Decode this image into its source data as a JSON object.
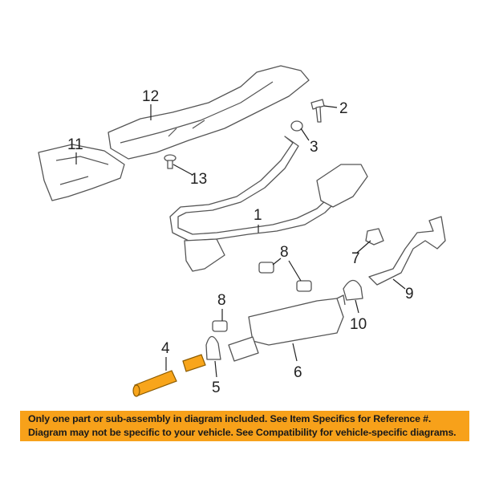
{
  "diagram": {
    "callouts": [
      {
        "id": "12",
        "label": "12"
      },
      {
        "id": "2",
        "label": "2"
      },
      {
        "id": "11",
        "label": "11"
      },
      {
        "id": "3",
        "label": "3"
      },
      {
        "id": "13",
        "label": "13"
      },
      {
        "id": "1",
        "label": "1"
      },
      {
        "id": "8a",
        "label": "8"
      },
      {
        "id": "7",
        "label": "7"
      },
      {
        "id": "9",
        "label": "9"
      },
      {
        "id": "8b",
        "label": "8"
      },
      {
        "id": "10",
        "label": "10"
      },
      {
        "id": "4",
        "label": "4"
      },
      {
        "id": "6",
        "label": "6"
      },
      {
        "id": "5",
        "label": "5"
      }
    ],
    "highlight_color": "#f8a51b"
  },
  "banner": {
    "line1": "Only one part or sub-assembly in diagram included. See Item Specifics for Reference #.",
    "line2": "Diagram may not be specific to your vehicle. See Compatibility for vehicle-specific diagrams.",
    "color": "#f7a11a"
  }
}
